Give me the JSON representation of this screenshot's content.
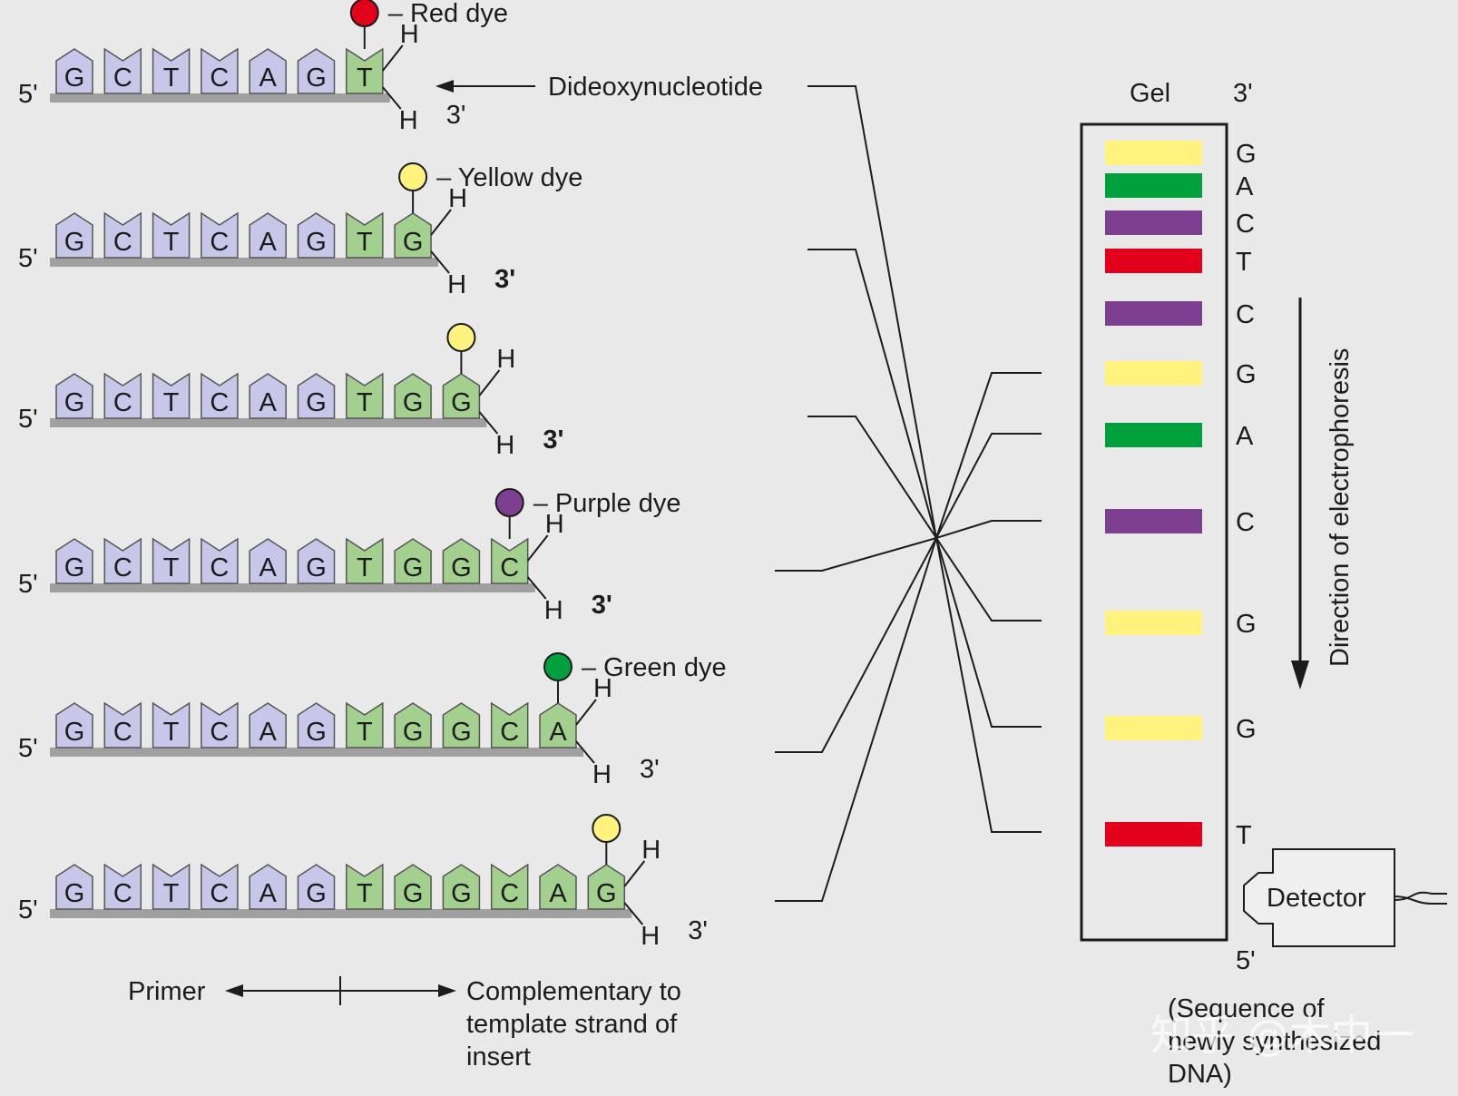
{
  "labels": {
    "five_prime": "5'",
    "three_prime": "3'",
    "hydrogen": "H",
    "dideoxy": "Dideoxynucleotide",
    "primer": "Primer",
    "complementary_line1": "Complementary to",
    "complementary_line2": "template strand of",
    "complementary_line3": "insert",
    "gel": "Gel",
    "gel_top": "3'",
    "gel_bottom": "5'",
    "direction": "Direction of electrophoresis",
    "detector": "Detector",
    "sequence_line1": "(Sequence of",
    "sequence_line2": "newly synthesized",
    "sequence_line3": "DNA)",
    "watermark": "知乎 @木中一"
  },
  "colors": {
    "background": "#e9e9e9",
    "template_nucleotide": "#c7c7ea",
    "new_nucleotide": "#a3cf8f",
    "backbone": "#a0a0a0",
    "red": "#e2001a",
    "yellow": "#fff27d",
    "purple": "#7d3f8f",
    "green": "#00a13c"
  },
  "fragments": [
    {
      "bases": [
        "G",
        "C",
        "T",
        "C",
        "A",
        "G",
        "T"
      ],
      "primer_count": 6,
      "dye": "red",
      "dye_label": "– Red dye"
    },
    {
      "bases": [
        "G",
        "C",
        "T",
        "C",
        "A",
        "G",
        "T",
        "G"
      ],
      "primer_count": 6,
      "dye": "yellow",
      "dye_label": "– Yellow dye"
    },
    {
      "bases": [
        "G",
        "C",
        "T",
        "C",
        "A",
        "G",
        "T",
        "G",
        "G"
      ],
      "primer_count": 6,
      "dye": "yellow",
      "dye_label": ""
    },
    {
      "bases": [
        "G",
        "C",
        "T",
        "C",
        "A",
        "G",
        "T",
        "G",
        "G",
        "C"
      ],
      "primer_count": 6,
      "dye": "purple",
      "dye_label": "– Purple dye"
    },
    {
      "bases": [
        "G",
        "C",
        "T",
        "C",
        "A",
        "G",
        "T",
        "G",
        "G",
        "C",
        "A"
      ],
      "primer_count": 6,
      "dye": "green",
      "dye_label": "– Green dye"
    },
    {
      "bases": [
        "G",
        "C",
        "T",
        "C",
        "A",
        "G",
        "T",
        "G",
        "G",
        "C",
        "A",
        "G"
      ],
      "primer_count": 6,
      "dye": "yellow",
      "dye_label": ""
    }
  ],
  "gel_bands": [
    {
      "base": "G",
      "color": "yellow"
    },
    {
      "base": "A",
      "color": "green"
    },
    {
      "base": "C",
      "color": "purple"
    },
    {
      "base": "T",
      "color": "red"
    },
    {
      "base": "C",
      "color": "purple"
    },
    {
      "base": "G",
      "color": "yellow"
    },
    {
      "base": "A",
      "color": "green"
    },
    {
      "base": "C",
      "color": "purple"
    },
    {
      "base": "G",
      "color": "yellow"
    },
    {
      "base": "G",
      "color": "yellow"
    },
    {
      "base": "T",
      "color": "red"
    }
  ]
}
